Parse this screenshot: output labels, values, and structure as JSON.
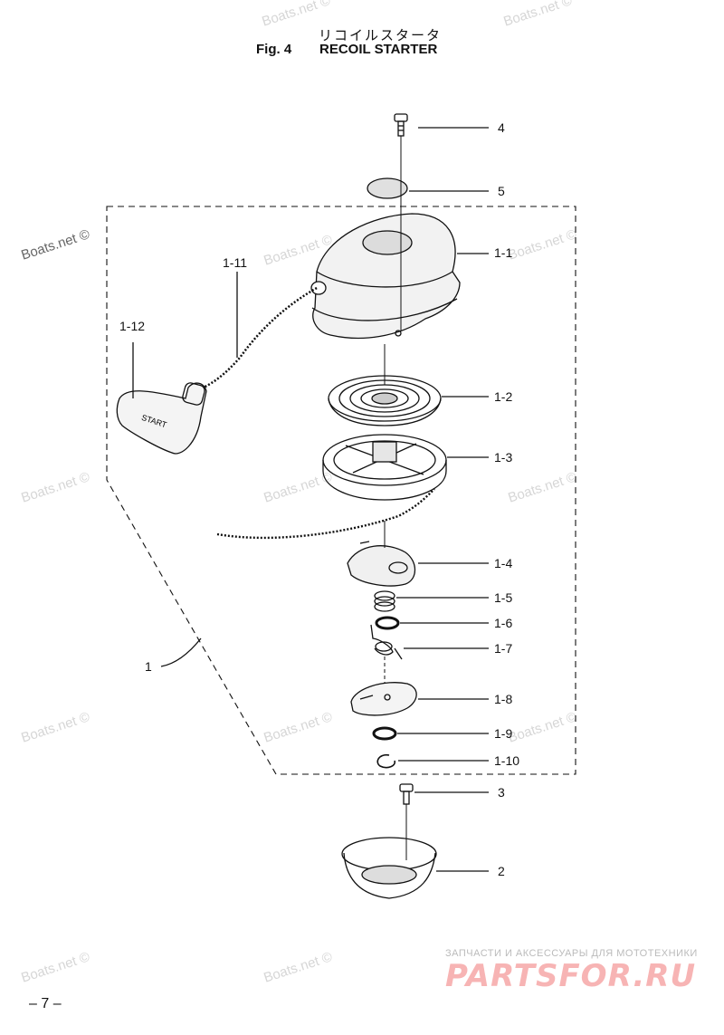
{
  "title": {
    "japanese": "リコイルスタータ",
    "fig": "Fig. 4",
    "english": "RECOIL STARTER"
  },
  "watermark": "Boats.net ©",
  "callouts": {
    "p4": "4",
    "p5": "5",
    "p1_1": "1-1",
    "p1_11": "1-11",
    "p1_12": "1-12",
    "p1_2": "1-2",
    "p1_3": "1-3",
    "p1_4": "1-4",
    "p1_5": "1-5",
    "p1_6": "1-6",
    "p1_7": "1-7",
    "p1": "1",
    "p1_8": "1-8",
    "p1_9": "1-9",
    "p1_10": "1-10",
    "p3": "3",
    "p2": "2"
  },
  "handle_text": "START",
  "page_number": "– 7 –",
  "ad": {
    "tagline": "ЗАПЧАСТИ И АКСЕССУАРЫ ДЛЯ МОТОТЕХНИКИ",
    "logo": "PARTSFOR.RU"
  }
}
